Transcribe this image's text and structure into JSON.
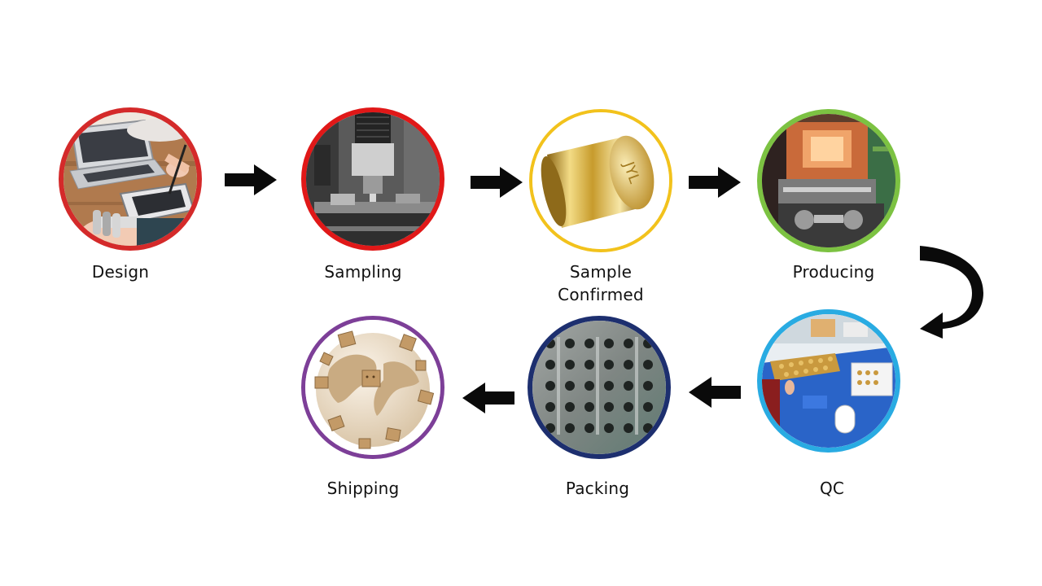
{
  "steps": [
    {
      "label": "Design",
      "ring_color": "#d42a2a",
      "icon": "designer-laptop-tablet-icon"
    },
    {
      "label": "Sampling",
      "ring_color": "#e01818",
      "icon": "cnc-machine-icon"
    },
    {
      "label": "Sample\nConfirmed",
      "ring_color": "#f2c21c",
      "icon": "gold-cylinder-icon"
    },
    {
      "label": "Producing",
      "ring_color": "#7cc242",
      "icon": "production-machine-icon"
    },
    {
      "label": "QC",
      "ring_color": "#29abe2",
      "icon": "inspection-table-icon"
    },
    {
      "label": "Packing",
      "ring_color": "#1d2f6f",
      "icon": "packing-tray-icon"
    },
    {
      "label": "Shipping",
      "ring_color": "#7d3f98",
      "icon": "globe-boxes-icon"
    }
  ],
  "cylinder_engraving": "JYL",
  "arrow_color": "#0a0a0a"
}
